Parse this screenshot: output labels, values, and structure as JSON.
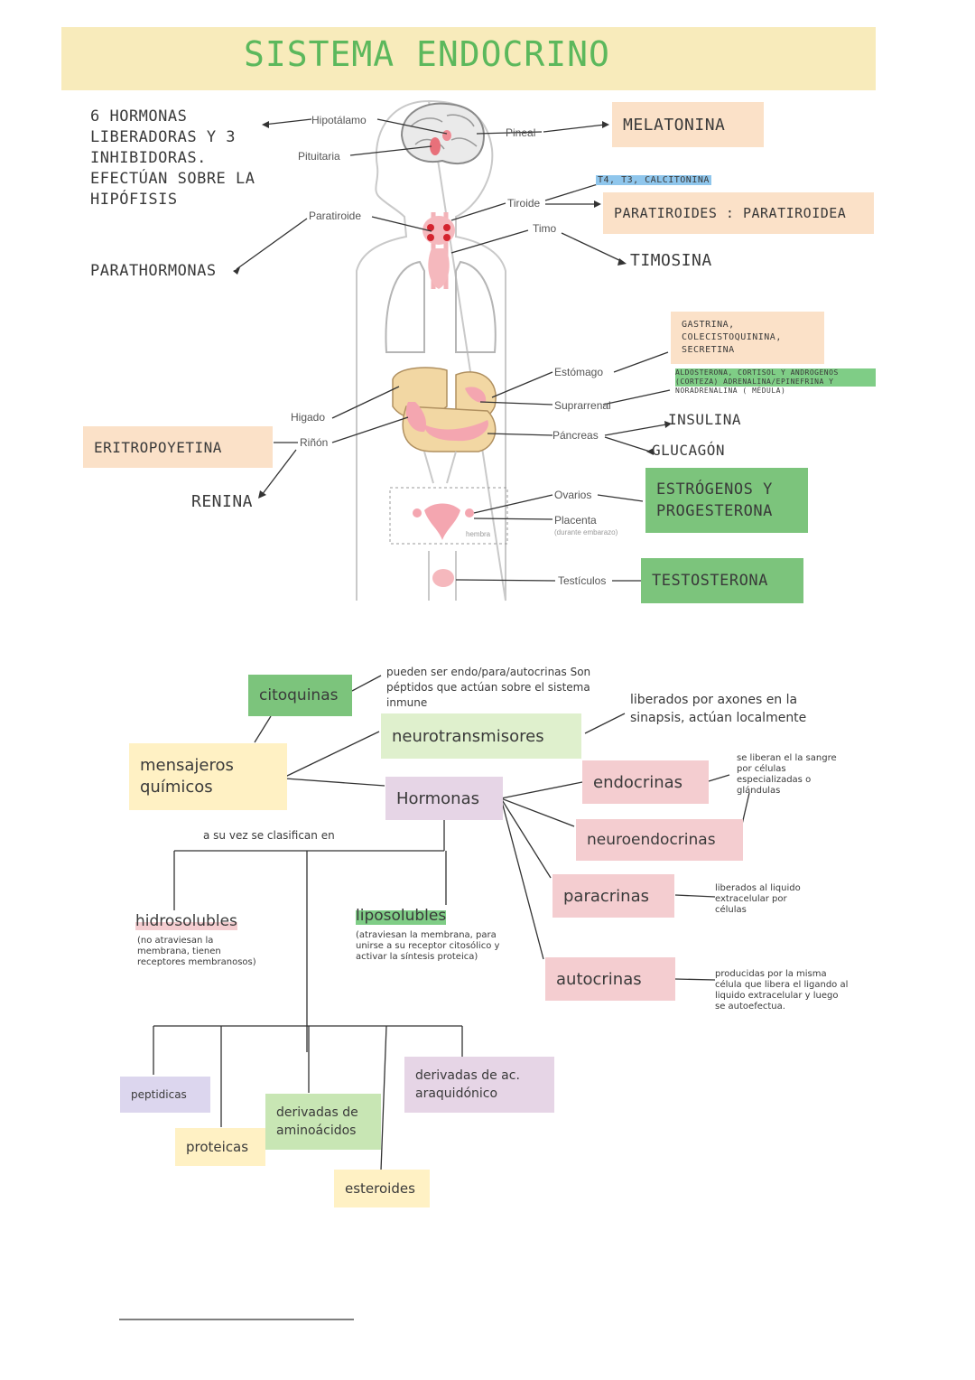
{
  "title": "SISTEMA ENDOCRINO",
  "colors": {
    "title_band": "#f8ebbb",
    "title_text": "#5cb85c",
    "peach": "#fbe1c8",
    "green": "#7cc47c",
    "yellow": "#fff1c4",
    "pink": "#f4cdd0",
    "lavender": "#e6d5e6",
    "purple_light": "#dcd6ee",
    "blue_hl": "#8fc6ec",
    "green_hl": "#7fcd86"
  },
  "anatomy": {
    "labels": {
      "hipotalamo": "Hipotálamo",
      "pituitaria": "Pituitaria",
      "paratiroide": "Paratiroide",
      "pineal": "Pineal",
      "tiroide": "Tiroide",
      "timo": "Timo",
      "estomago": "Estómago",
      "suprarrenal": "Suprarrenal",
      "pancreas": "Páncreas",
      "higado": "Higado",
      "rinon": "Riñón",
      "ovarios": "Ovarios",
      "placenta": "Placenta",
      "placenta_note": "(durante embarazo)",
      "hembra": "hembra",
      "testiculos": "Testículos"
    },
    "notes": {
      "hipotalamo_hormones": "6 HORMONAS LIBERADORAS Y 3 INHIBIDORAS. EFECTÚAN SOBRE LA HIPÓFISIS",
      "parathormonas": "PARATHORMONAS",
      "melatonina": "MELATONINA",
      "t4t3": "T4, T3, CALCITONINA",
      "paratiroides": "PARATIROIDES : PARATIROIDEA",
      "timosina": "TIMOSINA",
      "gastrina": "GASTRINA, COLECISTOQUININA, SECRETINA",
      "suprarrenal_hormones": "ALDOSTERONA, CORTISOL Y ANDROGENOS (CORTEZA) ADRENALINA/EPINEFRINA Y NORADRENALINA ( MÉDULA)",
      "insulina": "INSULINA",
      "glucagon": "GLUCAGÓN",
      "eritropoyetina": "ERITROPOYETINA",
      "renina": "RENINA",
      "estrogenos": "ESTRÓGENOS Y PROGESTERONA",
      "testosterona": "TESTOSTERONA"
    }
  },
  "concept_map": {
    "citoquinas": "citoquinas",
    "citoquinas_note": "pueden ser endo/para/autocrinas Son péptidos que actúan sobre el sistema inmune",
    "neurotransmisores": "neurotransmisores",
    "neurotransmisores_note": "liberados por axones en la sinapsis, actúan localmente",
    "mensajeros": "mensajeros químicos",
    "hormonas": "Hormonas",
    "endocrinas": "endocrinas",
    "endocrinas_note": "se liberan el la sangre por células especializadas o glándulas",
    "neuroendocrinas": "neuroendocrinas",
    "paracrinas": "paracrinas",
    "paracrinas_note": "liberados al liquido extracelular por células",
    "autocrinas": "autocrinas",
    "autocrinas_note": "producidas por la misma célula que libera el ligando al liquido extracelular y luego se autoefectua.",
    "clasifican": "a su vez se clasifican en",
    "hidrosolubles": "hidrosolubles",
    "hidrosolubles_note": "(no atraviesan la membrana, tienen receptores membranosos)",
    "liposolubles": "liposolubles",
    "liposolubles_note": "(atraviesan la membrana, para unirse a su receptor citosólico y activar la síntesis proteica)",
    "peptidicas": "peptidicas",
    "proteicas": "proteicas",
    "aminoacidos": "derivadas de aminoácidos",
    "araquidonico": "derivadas de ac. araquidónico",
    "esteroides": "esteroides"
  }
}
